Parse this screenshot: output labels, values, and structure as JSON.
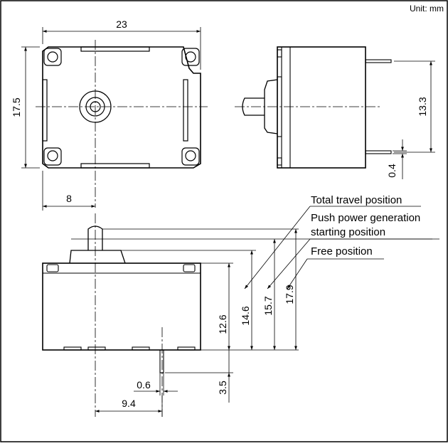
{
  "unit_label": "Unit: mm",
  "top_view": {
    "width_dim": "23",
    "height_dim": "17.5",
    "offset_dim": "8"
  },
  "side_view": {
    "height_dim": "13.3",
    "terminal_dim": "0.4"
  },
  "front_view": {
    "body_height_dim": "12.6",
    "total_travel_dim": "14.6",
    "push_power_dim": "15.7",
    "free_position_dim": "17.9",
    "terminal_length_dim": "3.5",
    "terminal_width_dim": "0.6",
    "terminal_offset_dim": "9.4"
  },
  "callouts": {
    "total_travel": "Total travel position",
    "push_power_line1": "Push power generation",
    "push_power_line2": "starting position",
    "free_position": "Free position"
  }
}
